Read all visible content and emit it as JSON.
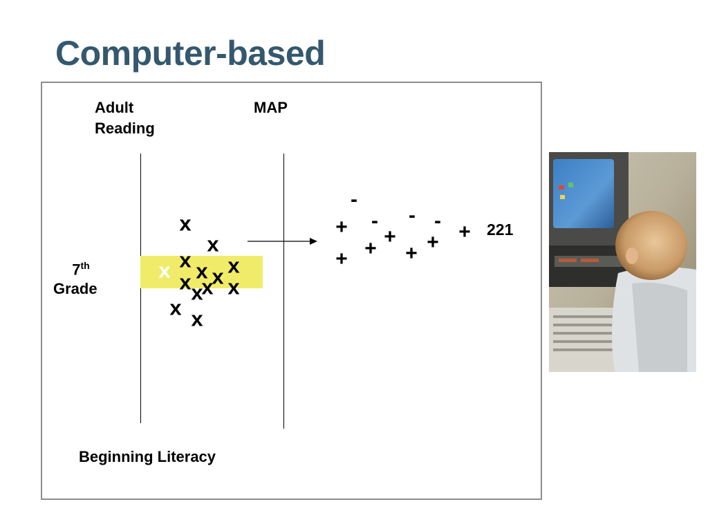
{
  "slide": {
    "title": "Computer-based"
  },
  "diagram": {
    "label_adult_line1": "Adult",
    "label_adult_line2": "Reading",
    "label_map": "MAP",
    "label_grade_num": "7",
    "label_grade_sup": "th",
    "label_grade_word": "Grade",
    "label_beginning": "Beginning Literacy",
    "score_label": "221",
    "x_mark": "x",
    "plus_mark": "+",
    "minus_mark": "-",
    "band_color": "#f0ec6a",
    "title_color": "#34586e"
  },
  "photo": {
    "subject": "child-at-computer"
  }
}
